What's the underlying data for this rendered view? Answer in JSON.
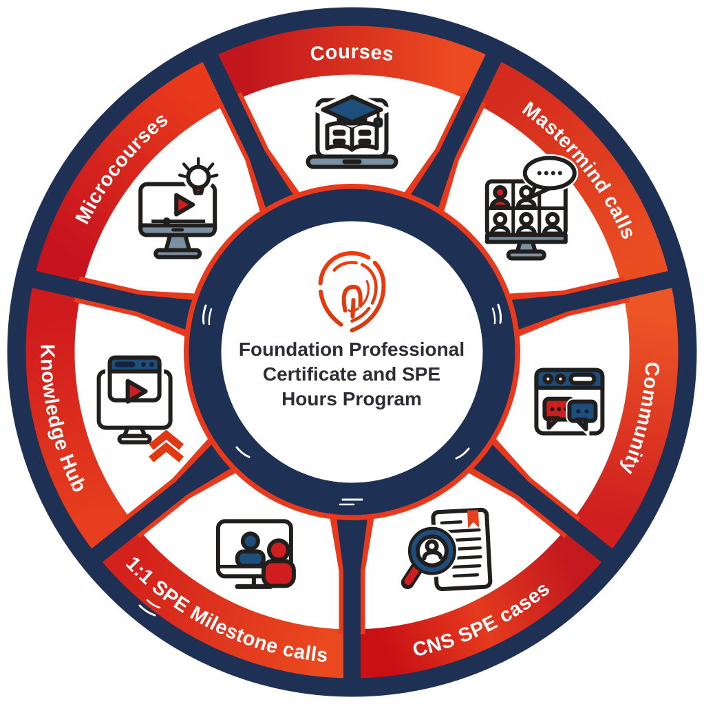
{
  "center": {
    "icon": "fingerprint-icon",
    "title_lines": [
      "Foundation Professional",
      "Certificate and SPE",
      "Hours Program"
    ]
  },
  "segments": [
    {
      "label": "Courses",
      "icon": "laptop-book-graduation-icon",
      "band_gradient": [
        "#c2181d",
        "#ec4a21"
      ]
    },
    {
      "label": "Mastermind calls",
      "icon": "video-call-group-icon",
      "band_gradient": [
        "#d42c1e",
        "#ea4d22"
      ]
    },
    {
      "label": "Community",
      "icon": "forum-chat-icon",
      "band_gradient": [
        "#ec5526",
        "#cf1f1f"
      ]
    },
    {
      "label": "CNS SPE cases",
      "icon": "case-review-magnifier-icon",
      "band_gradient": [
        "#c41a1f",
        "#e43a1e",
        "#c81015"
      ]
    },
    {
      "label": "1:1 SPE Milestone calls",
      "icon": "one-on-one-call-icon",
      "band_gradient": [
        "#ea481f",
        "#d3221c"
      ]
    },
    {
      "label": "Knowledge Hub",
      "icon": "video-library-growth-icon",
      "band_gradient": [
        "#e63e1e",
        "#cf1a1e"
      ]
    },
    {
      "label": "Microcourses",
      "icon": "video-lesson-idea-icon",
      "band_gradient": [
        "#c6131e",
        "#e8391c"
      ]
    }
  ],
  "colors": {
    "navy": "#1e3053",
    "accent_red": "#e8391c",
    "label_text": "#ffffff",
    "title_text": "#2d2d35",
    "fingerprint_top": "#f03c0c",
    "fingerprint_bottom": "#d63a10",
    "icon_outline": "#201f1d",
    "icon_blue": "#1d4e7c",
    "icon_red": "#cf1d20",
    "icon_gray": "#7c90a4"
  }
}
